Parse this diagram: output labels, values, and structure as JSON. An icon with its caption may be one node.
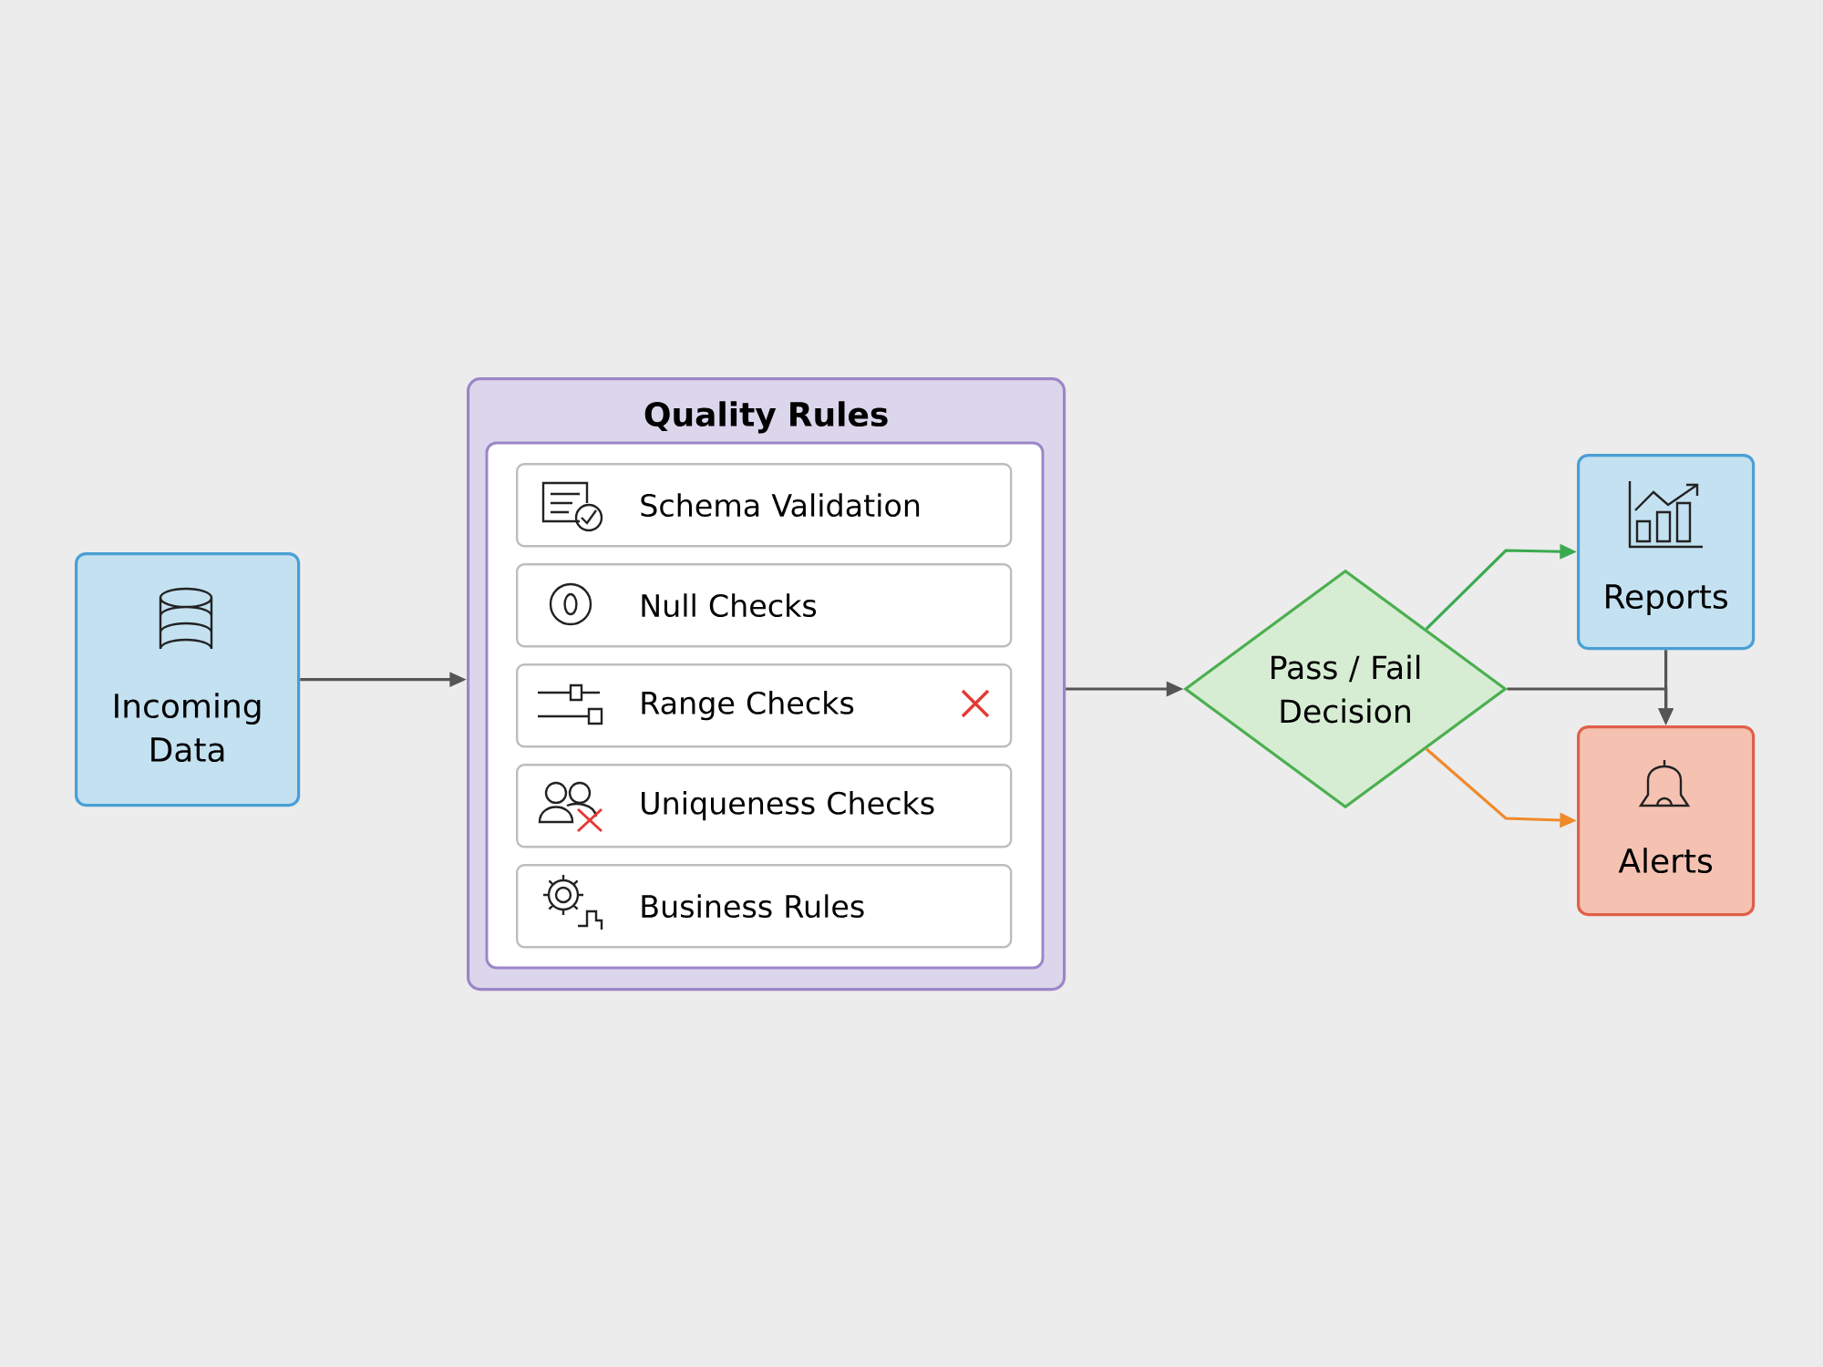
{
  "diagram": {
    "nodes": [
      {
        "text": [
          "Incoming Data"
        ]
      },
      {
        "text": [
          "Quality Rules"
        ]
      },
      {
        "text": [
          "Schema Validation"
        ],
        "in": 1
      },
      {
        "text": [
          "Null Checks"
        ],
        "in": 1
      },
      {
        "text": [
          "Range Checks"
        ],
        "in": 1
      },
      {
        "text": [
          "Uniqueness Checks"
        ],
        "in": 1
      },
      {
        "text": [
          "Business Rules"
        ],
        "in": 1
      },
      {
        "text": [
          "Pass / Fail Decision"
        ]
      },
      {
        "text": [
          "Reports"
        ]
      },
      {
        "text": [
          "Alerts"
        ]
      }
    ],
    "edges": [
      {
        "from": 0,
        "to": 1,
        "arrow": "to"
      },
      {
        "from": 1,
        "to": 7,
        "arrow": "to"
      },
      {
        "from": 7,
        "to": 8,
        "arrow": "to",
        "color": "#3aaa50"
      },
      {
        "from": 7,
        "to": 9,
        "arrow": "to",
        "color": "#f08a2a"
      },
      {
        "from": 7,
        "to": 9,
        "arrow": "to"
      },
      {
        "from": 8,
        "to": 9,
        "arrow": "to"
      }
    ]
  }
}
